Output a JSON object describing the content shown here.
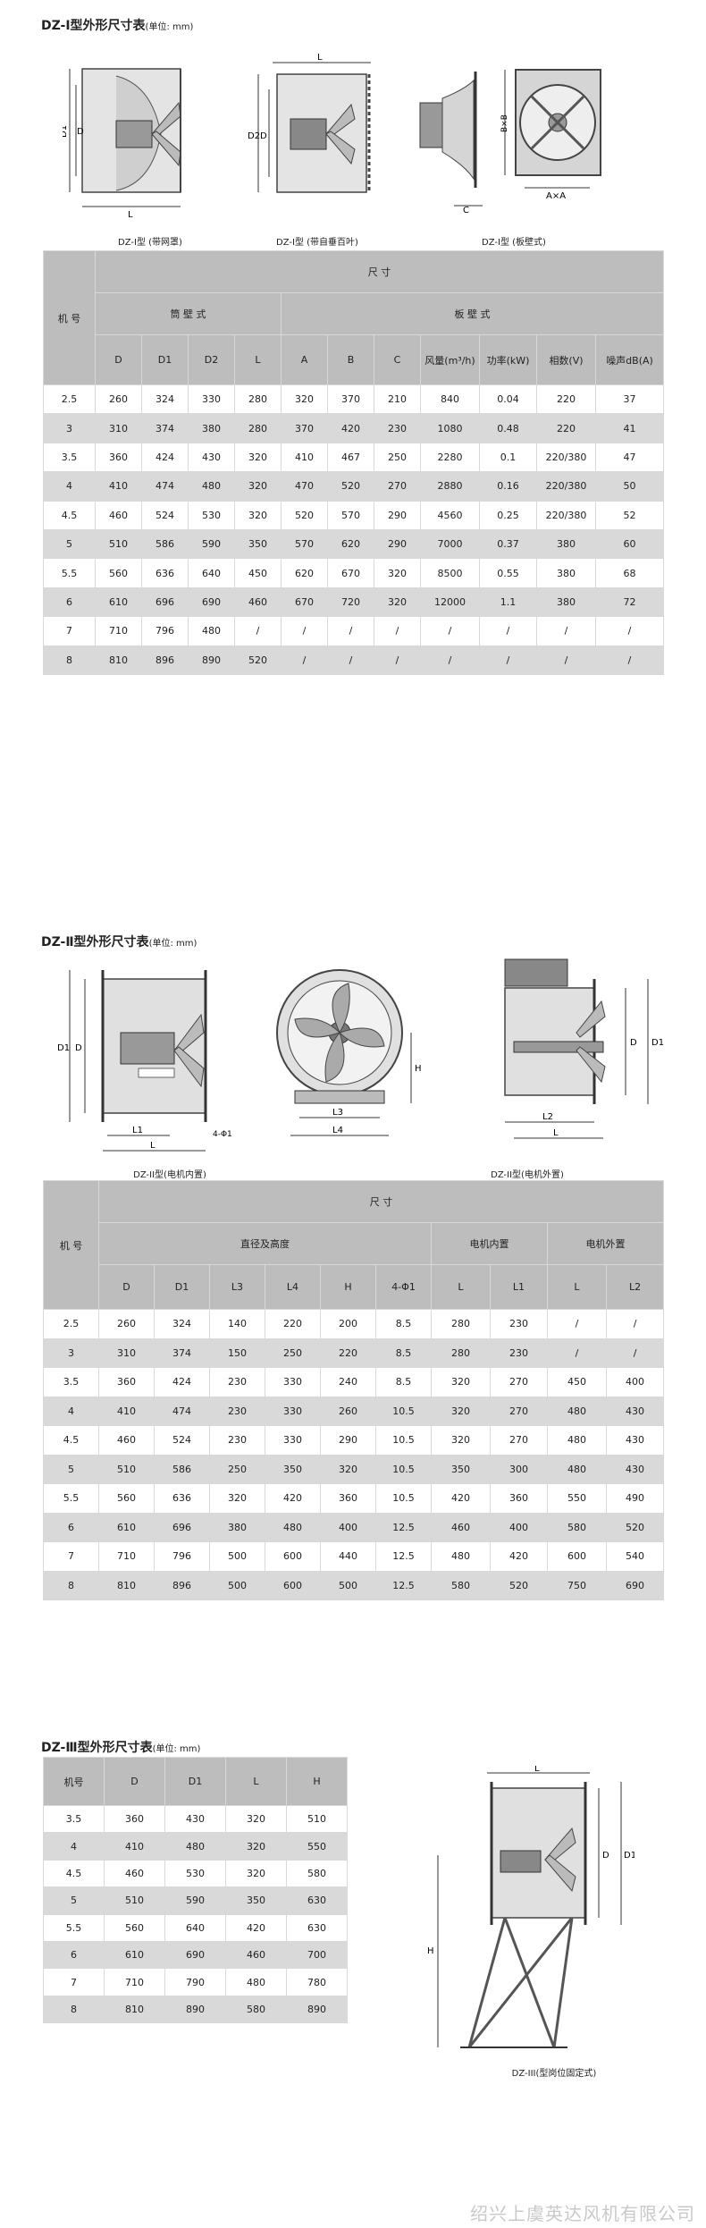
{
  "section1": {
    "title": "DZ-Ⅰ型外形尺寸表",
    "unit": "(单位: mm)",
    "captions": [
      "DZ-Ⅰ型 (带网罩)",
      "DZ-Ⅰ型 (带自垂百叶)",
      "DZ-Ⅰ型 (板壁式)"
    ],
    "fig_labels": {
      "d1": "D1",
      "d": "D",
      "l": "L",
      "d2": "D2",
      "c": "C",
      "bxb": "B×B",
      "axa": "A×A"
    },
    "header": {
      "model": "机 号",
      "size": "尺 寸",
      "tube": "筒 壁 式",
      "board": "板 壁 式"
    },
    "columns": [
      "D",
      "D1",
      "D2",
      "L",
      "A",
      "B",
      "C",
      "风量(m³/h)",
      "功率(kW)",
      "相数(V)",
      "噪声dB(A)"
    ],
    "rows": [
      [
        "2.5",
        "260",
        "324",
        "330",
        "280",
        "320",
        "370",
        "210",
        "840",
        "0.04",
        "220",
        "37"
      ],
      [
        "3",
        "310",
        "374",
        "380",
        "280",
        "370",
        "420",
        "230",
        "1080",
        "0.48",
        "220",
        "41"
      ],
      [
        "3.5",
        "360",
        "424",
        "430",
        "320",
        "410",
        "467",
        "250",
        "2280",
        "0.1",
        "220/380",
        "47"
      ],
      [
        "4",
        "410",
        "474",
        "480",
        "320",
        "470",
        "520",
        "270",
        "2880",
        "0.16",
        "220/380",
        "50"
      ],
      [
        "4.5",
        "460",
        "524",
        "530",
        "320",
        "520",
        "570",
        "290",
        "4560",
        "0.25",
        "220/380",
        "52"
      ],
      [
        "5",
        "510",
        "586",
        "590",
        "350",
        "570",
        "620",
        "290",
        "7000",
        "0.37",
        "380",
        "60"
      ],
      [
        "5.5",
        "560",
        "636",
        "640",
        "450",
        "620",
        "670",
        "320",
        "8500",
        "0.55",
        "380",
        "68"
      ],
      [
        "6",
        "610",
        "696",
        "690",
        "460",
        "670",
        "720",
        "320",
        "12000",
        "1.1",
        "380",
        "72"
      ],
      [
        "7",
        "710",
        "796",
        "480",
        "/",
        "/",
        "/",
        "/",
        "/",
        "/",
        "/",
        "/"
      ],
      [
        "8",
        "810",
        "896",
        "890",
        "520",
        "/",
        "/",
        "/",
        "/",
        "/",
        "/",
        "/"
      ]
    ]
  },
  "section2": {
    "title": "DZ-Ⅱ型外形尺寸表",
    "unit": "(单位: mm)",
    "captions": [
      "DZ-II型(电机内置)",
      "DZ-II型(电机外置)"
    ],
    "fig_labels": {
      "d1": "D1",
      "d": "D",
      "l": "L",
      "l1": "L1",
      "hole": "4-Φ1",
      "h": "H",
      "l3": "L3",
      "l4": "L4",
      "l2": "L2"
    },
    "header": {
      "model": "机 号",
      "size": "尺 寸",
      "group1": "直径及高度",
      "group2": "电机内置",
      "group3": "电机外置"
    },
    "columns": [
      "D",
      "D1",
      "L3",
      "L4",
      "H",
      "4-Φ1",
      "L",
      "L1",
      "L",
      "L2"
    ],
    "rows": [
      [
        "2.5",
        "260",
        "324",
        "140",
        "220",
        "200",
        "8.5",
        "280",
        "230",
        "/",
        "/"
      ],
      [
        "3",
        "310",
        "374",
        "150",
        "250",
        "220",
        "8.5",
        "280",
        "230",
        "/",
        "/"
      ],
      [
        "3.5",
        "360",
        "424",
        "230",
        "330",
        "240",
        "8.5",
        "320",
        "270",
        "450",
        "400"
      ],
      [
        "4",
        "410",
        "474",
        "230",
        "330",
        "260",
        "10.5",
        "320",
        "270",
        "480",
        "430"
      ],
      [
        "4.5",
        "460",
        "524",
        "230",
        "330",
        "290",
        "10.5",
        "320",
        "270",
        "480",
        "430"
      ],
      [
        "5",
        "510",
        "586",
        "250",
        "350",
        "320",
        "10.5",
        "350",
        "300",
        "480",
        "430"
      ],
      [
        "5.5",
        "560",
        "636",
        "320",
        "420",
        "360",
        "10.5",
        "420",
        "360",
        "550",
        "490"
      ],
      [
        "6",
        "610",
        "696",
        "380",
        "480",
        "400",
        "12.5",
        "460",
        "400",
        "580",
        "520"
      ],
      [
        "7",
        "710",
        "796",
        "500",
        "600",
        "440",
        "12.5",
        "480",
        "420",
        "600",
        "540"
      ],
      [
        "8",
        "810",
        "896",
        "500",
        "600",
        "500",
        "12.5",
        "580",
        "520",
        "750",
        "690"
      ]
    ]
  },
  "section3": {
    "title": "DZ-Ⅲ型外形尺寸表",
    "unit": "(单位: mm)",
    "caption": "DZ-III(型岗位固定式)",
    "fig_labels": {
      "l": "L",
      "d": "D",
      "d1": "D1",
      "h": "H"
    },
    "columns": [
      "机号",
      "D",
      "D1",
      "L",
      "H"
    ],
    "rows": [
      [
        "3.5",
        "360",
        "430",
        "320",
        "510"
      ],
      [
        "4",
        "410",
        "480",
        "320",
        "550"
      ],
      [
        "4.5",
        "460",
        "530",
        "320",
        "580"
      ],
      [
        "5",
        "510",
        "590",
        "350",
        "630"
      ],
      [
        "5.5",
        "560",
        "640",
        "420",
        "630"
      ],
      [
        "6",
        "610",
        "690",
        "460",
        "700"
      ],
      [
        "7",
        "710",
        "790",
        "480",
        "780"
      ],
      [
        "8",
        "810",
        "890",
        "580",
        "890"
      ]
    ]
  },
  "footer": "绍兴上虞英达风机有限公司",
  "colors": {
    "header_bg": "#bdbdbd",
    "row_even": "#d9d9d9",
    "row_odd": "#ffffff",
    "line": "#d8d8d8"
  }
}
